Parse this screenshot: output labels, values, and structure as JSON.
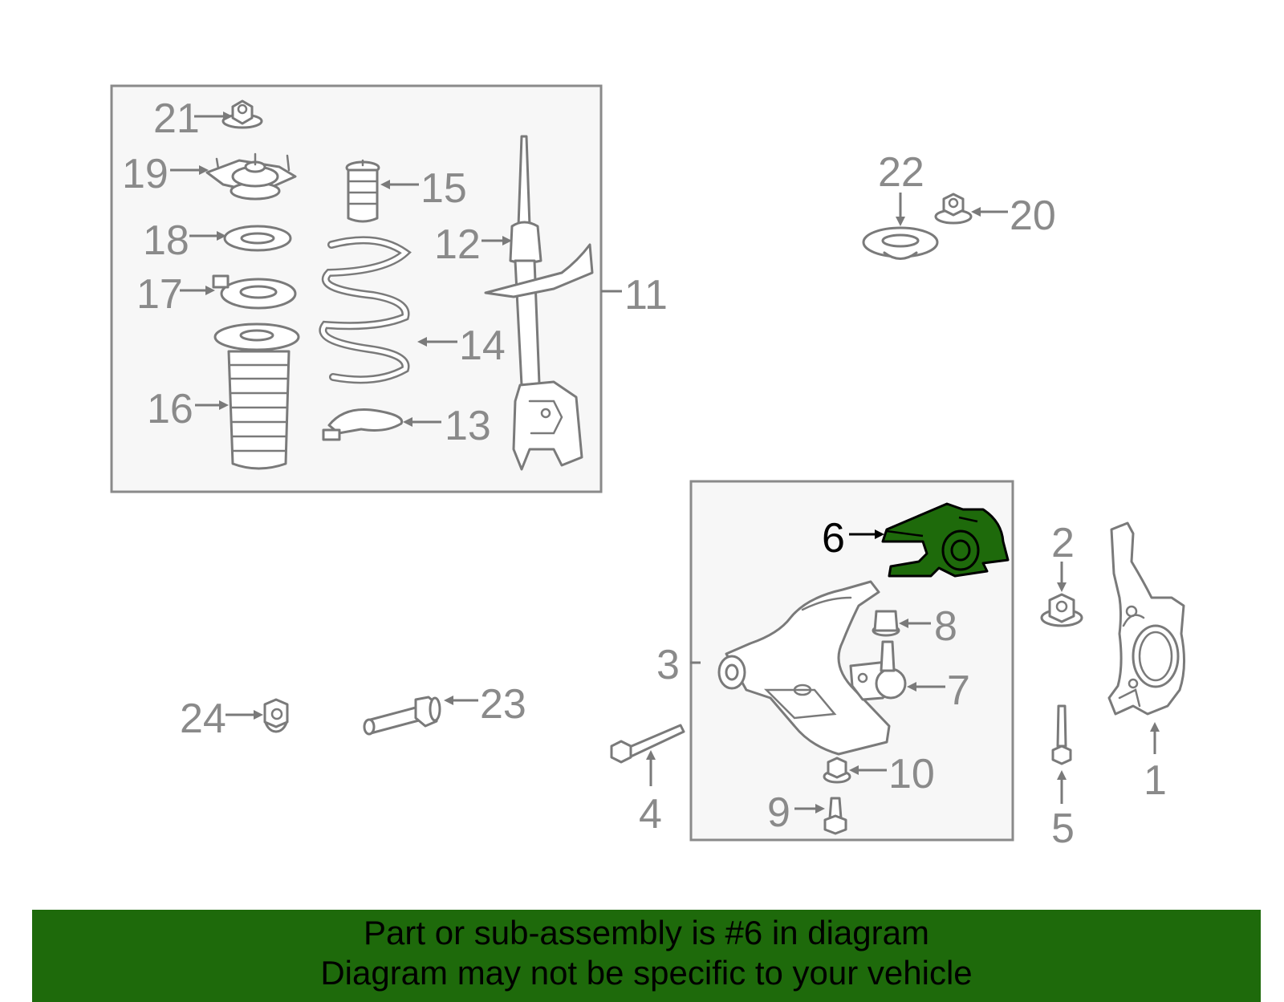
{
  "callouts": {
    "n1": "1",
    "n2": "2",
    "n3": "3",
    "n4": "4",
    "n5": "5",
    "n6": "6",
    "n7": "7",
    "n8": "8",
    "n9": "9",
    "n10": "10",
    "n11": "11",
    "n12": "12",
    "n13": "13",
    "n14": "14",
    "n15": "15",
    "n16": "16",
    "n17": "17",
    "n18": "18",
    "n19": "19",
    "n20": "20",
    "n21": "21",
    "n22": "22",
    "n23": "23",
    "n24": "24"
  },
  "highlight": {
    "part_number": "6",
    "color": "#1e6a0b"
  },
  "banner": {
    "line1": "Part or sub-assembly is #6 in diagram",
    "line2": "Diagram may not be specific to your vehicle",
    "background": "#1e6a0b"
  }
}
